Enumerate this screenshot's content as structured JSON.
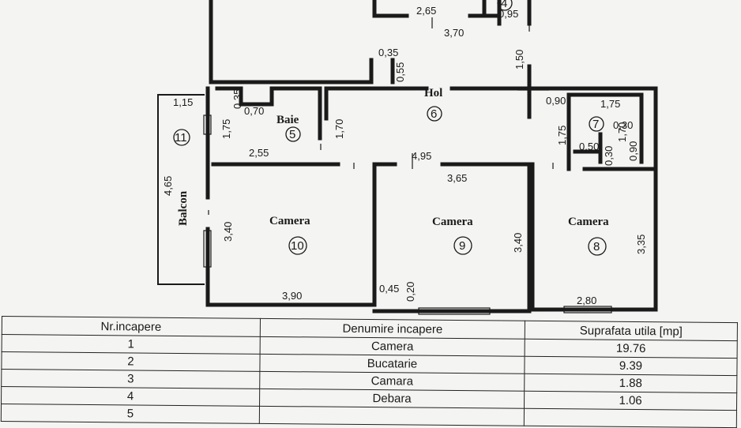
{
  "rooms": {
    "baie": {
      "name": "Baie",
      "number": "5"
    },
    "hol": {
      "name": "Hol",
      "number": "6"
    },
    "r7": {
      "number": "7"
    },
    "r4": {
      "number": "4"
    },
    "balcon": {
      "name": "Balcon",
      "number": "11"
    },
    "camera10": {
      "name": "Camera",
      "number": "10"
    },
    "camera9": {
      "name": "Camera",
      "number": "9"
    },
    "camera8": {
      "name": "Camera",
      "number": "8"
    }
  },
  "dimensions": {
    "d265": "2,65",
    "d370": "3,70",
    "d095": "0,95",
    "d035a": "0,35",
    "d055": "0,55",
    "d150": "1,50",
    "d115": "1,15",
    "d035b": "0,35",
    "d070": "0,70",
    "d175a": "1,75",
    "d170a": "1,70",
    "d255": "2,55",
    "d465": "4,65",
    "d090a": "0,90",
    "d175b": "1,75",
    "d175c": "1,75",
    "d170b": "1,70",
    "d030a": "0,30",
    "d050": "0,50",
    "d030b": "0,30",
    "d090b": "0,90",
    "d495": "4,95",
    "d365": "3,65",
    "d340a": "3,40",
    "d340b": "3,40",
    "d335": "3,35",
    "d390": "3,90",
    "d045": "0,45",
    "d020": "0,20",
    "d280": "2,80"
  },
  "table": {
    "headers": [
      "Nr.incapere",
      "Denumire incapere",
      "Suprafata utila [mp]"
    ],
    "rows": [
      [
        "1",
        "Camera",
        "19.76"
      ],
      [
        "2",
        "Bucatarie",
        "9.39"
      ],
      [
        "3",
        "Camara",
        "1.88"
      ],
      [
        "4",
        "Debara",
        "1.06"
      ],
      [
        "5",
        "",
        ""
      ]
    ]
  }
}
